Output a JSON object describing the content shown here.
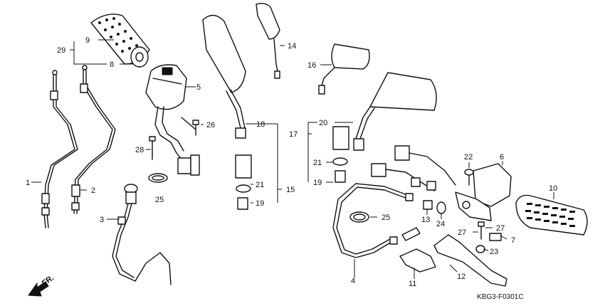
{
  "diagram": {
    "code": "KBG3-F0301C",
    "direction_marker": "FR.",
    "callouts": {
      "c1": "1",
      "c2": "2",
      "c3": "3",
      "c4": "4",
      "c5": "5",
      "c6": "6",
      "c7": "7",
      "c8": "8",
      "c9": "9",
      "c10": "10",
      "c11": "11",
      "c12": "12",
      "c13": "13",
      "c14": "14",
      "c15": "15",
      "c16": "16",
      "c17": "17",
      "c18": "18",
      "c19a": "19",
      "c19b": "19",
      "c20": "20",
      "c21a": "21",
      "c21b": "21",
      "c22": "22",
      "c23": "23",
      "c24": "24",
      "c25a": "25",
      "c25b": "25",
      "c26": "26",
      "c27a": "27",
      "c27b": "27",
      "c28": "28",
      "c29": "29"
    }
  }
}
